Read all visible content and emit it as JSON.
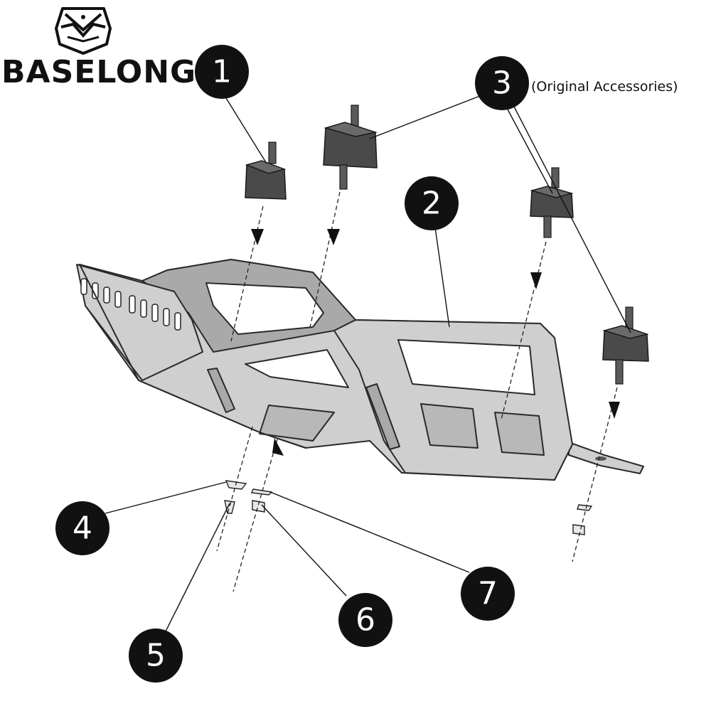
{
  "brand": {
    "name": "BASELONG",
    "logo_icon": "shield-logo-icon"
  },
  "callouts": [
    {
      "id": "1",
      "label": "1"
    },
    {
      "id": "2",
      "label": "2"
    },
    {
      "id": "3",
      "label": "3",
      "note": "(Original Accessories)"
    },
    {
      "id": "4",
      "label": "4"
    },
    {
      "id": "5",
      "label": "5"
    },
    {
      "id": "6",
      "label": "6"
    },
    {
      "id": "7",
      "label": "7"
    }
  ],
  "colors": {
    "callout_fill": "#111111",
    "plate_fill": "#cfcfcf",
    "mount_fill": "#4a4a4a"
  }
}
